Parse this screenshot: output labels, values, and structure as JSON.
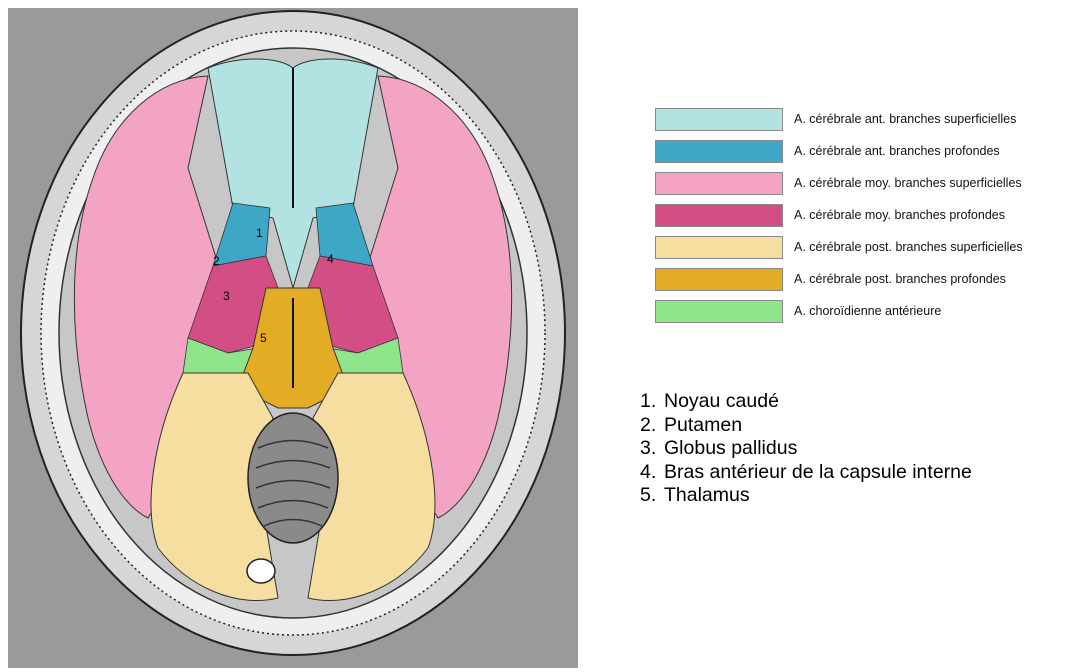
{
  "colors": {
    "background_panel": "#9a9a9a",
    "skull": "#cfcfcf",
    "ant_superficial": "#b3e2e2",
    "ant_deep": "#3ea6c6",
    "mid_superficial": "#f3a3c3",
    "mid_deep": "#d44e86",
    "post_superficial": "#f6dea0",
    "post_deep": "#e3ac24",
    "choroidal": "#8fe68a"
  },
  "legend": [
    {
      "label": "A. cérébrale ant. branches superficielles",
      "color": "#b3e2e2"
    },
    {
      "label": "A. cérébrale ant. branches profondes",
      "color": "#3ea6c6"
    },
    {
      "label": "A. cérébrale moy. branches superficielles",
      "color": "#f3a3c3"
    },
    {
      "label": "A. cérébrale moy. branches profondes",
      "color": "#d44e86"
    },
    {
      "label": "A. cérébrale post. branches superficielles",
      "color": "#f6dea0"
    },
    {
      "label": "A. cérébrale post. branches profondes",
      "color": "#e3ac24"
    },
    {
      "label": "A. choroïdienne antérieure",
      "color": "#8fe68a"
    }
  ],
  "structures": [
    {
      "num": "1.",
      "label": "Noyau caudé"
    },
    {
      "num": "2.",
      "label": "Putamen"
    },
    {
      "num": "3.",
      "label": "Globus pallidus"
    },
    {
      "num": "4.",
      "label": "Bras antérieur de la capsule interne"
    },
    {
      "num": "5.",
      "label": "Thalamus"
    }
  ],
  "figure_labels": {
    "l1": "1",
    "l2": "2",
    "l3": "3",
    "l4": "4",
    "l5": "5"
  }
}
